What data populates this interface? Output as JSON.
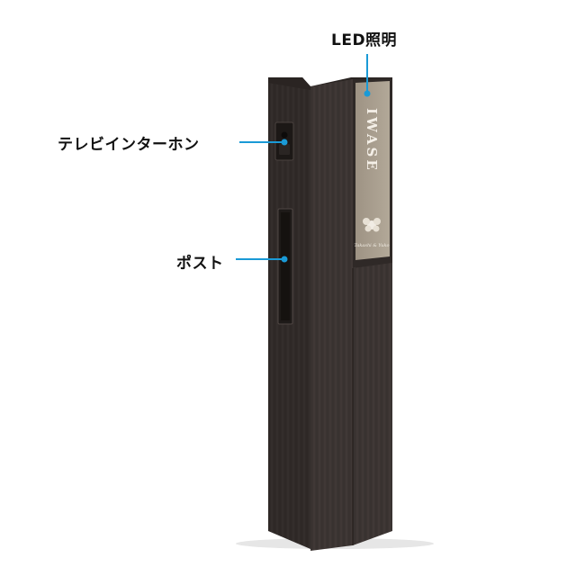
{
  "callouts": {
    "led": "LED照明",
    "intercom": "テレビインターホン",
    "post": "ポスト"
  },
  "nameplate": {
    "surname": "IWASE",
    "script_line": "Takashi & Yuko"
  },
  "colors": {
    "body": "#3d3634",
    "body_shade": "#2f2927",
    "panel": "#a69b8c",
    "leader_line": "#1a9ad6"
  }
}
